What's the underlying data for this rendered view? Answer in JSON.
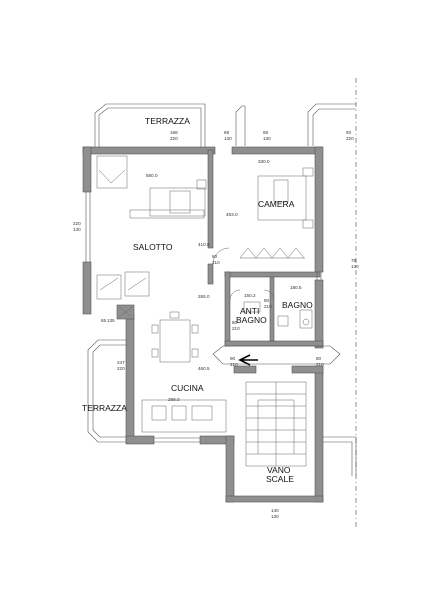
{
  "rooms": {
    "terrazza_top": "TERRAZZA",
    "camera": "CAMERA",
    "salotto": "SALOTTO",
    "bagno": "BAGNO",
    "anti": "ANTI",
    "bagno_anti": "BAGNO",
    "cucina": "CUCINA",
    "terrazza_left": "TERRAZZA",
    "vano": "VANO",
    "scale": "SCALE"
  },
  "dimensions": {
    "w_top1_a": "168",
    "w_top1_b": "220",
    "w_top2_a": "68",
    "w_top2_b": "130",
    "w_top3_a": "68",
    "w_top3_b": "130",
    "w_top4_a": "93",
    "w_top4_b": "220",
    "w_left1_a": "220",
    "w_left1_b": "130",
    "w_left2_a": "247",
    "w_left2_b": "220",
    "w_left3_a": "65",
    "w_left3_b": "135",
    "w_right1_a": "78",
    "w_right1_b": "130",
    "d_salotto_w": "580.0",
    "d_camera_w": "330.0",
    "d_camera_h": "483.0",
    "d_salotto_h": "410.0",
    "d_door1_a": "80",
    "d_door1_b": "210",
    "d_hall": "265.0",
    "d_anti_w": "150.2",
    "d_bagno_w": "180.5",
    "d_anti_door_a": "80",
    "d_anti_door_b": "210",
    "d_bagno_door_a": "80",
    "d_bagno_door_b": "210",
    "d_entry_a": "90",
    "d_entry_b": "210",
    "d_entry2_a": "80",
    "d_entry2_b": "210",
    "d_cucina_w": "298.0",
    "d_cucina_h": "460.5",
    "w_bottom_a": "140",
    "w_bottom_b": "130"
  },
  "colors": {
    "wall": "#8f8f8f",
    "line": "#555555"
  }
}
